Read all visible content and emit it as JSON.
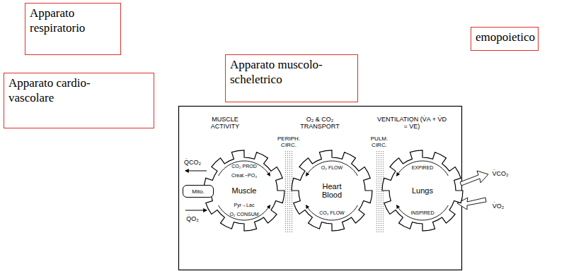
{
  "diagram": {
    "nodes": [
      {
        "text": [
          "Apparato respiratorio"
        ]
      },
      {
        "text": [
          "emopoietico"
        ]
      },
      {
        "text": [
          "Apparato cardio-vascolare"
        ]
      },
      {
        "text": [
          "Apparato muscolo-scheletrico"
        ]
      },
      {
        "text": [
          "Muscle"
        ]
      },
      {
        "text": [
          "Heart Blood"
        ]
      },
      {
        "text": [
          "Lungs"
        ]
      },
      {
        "text": [
          "Mito."
        ]
      }
    ],
    "labels": [
      "MUSCLE ACTIVITY",
      "O₂ & CO₂ TRANSPORT",
      "VENTILATION (V̇A + V̇D = V̇E)",
      "PERIPH. CIRC.",
      "PULM. CIRC.",
      "Q̇CO₂",
      "Q̇O₂",
      "CO₂ PROD",
      "Creat.~PO₄",
      "Pyr→Lac",
      "O₂ CONSUM",
      "O₂ FLOW",
      "CO₂ FLOW",
      "EXPIRED",
      "INSPIRED",
      "V̇CO₂",
      "V̇O₂"
    ]
  }
}
